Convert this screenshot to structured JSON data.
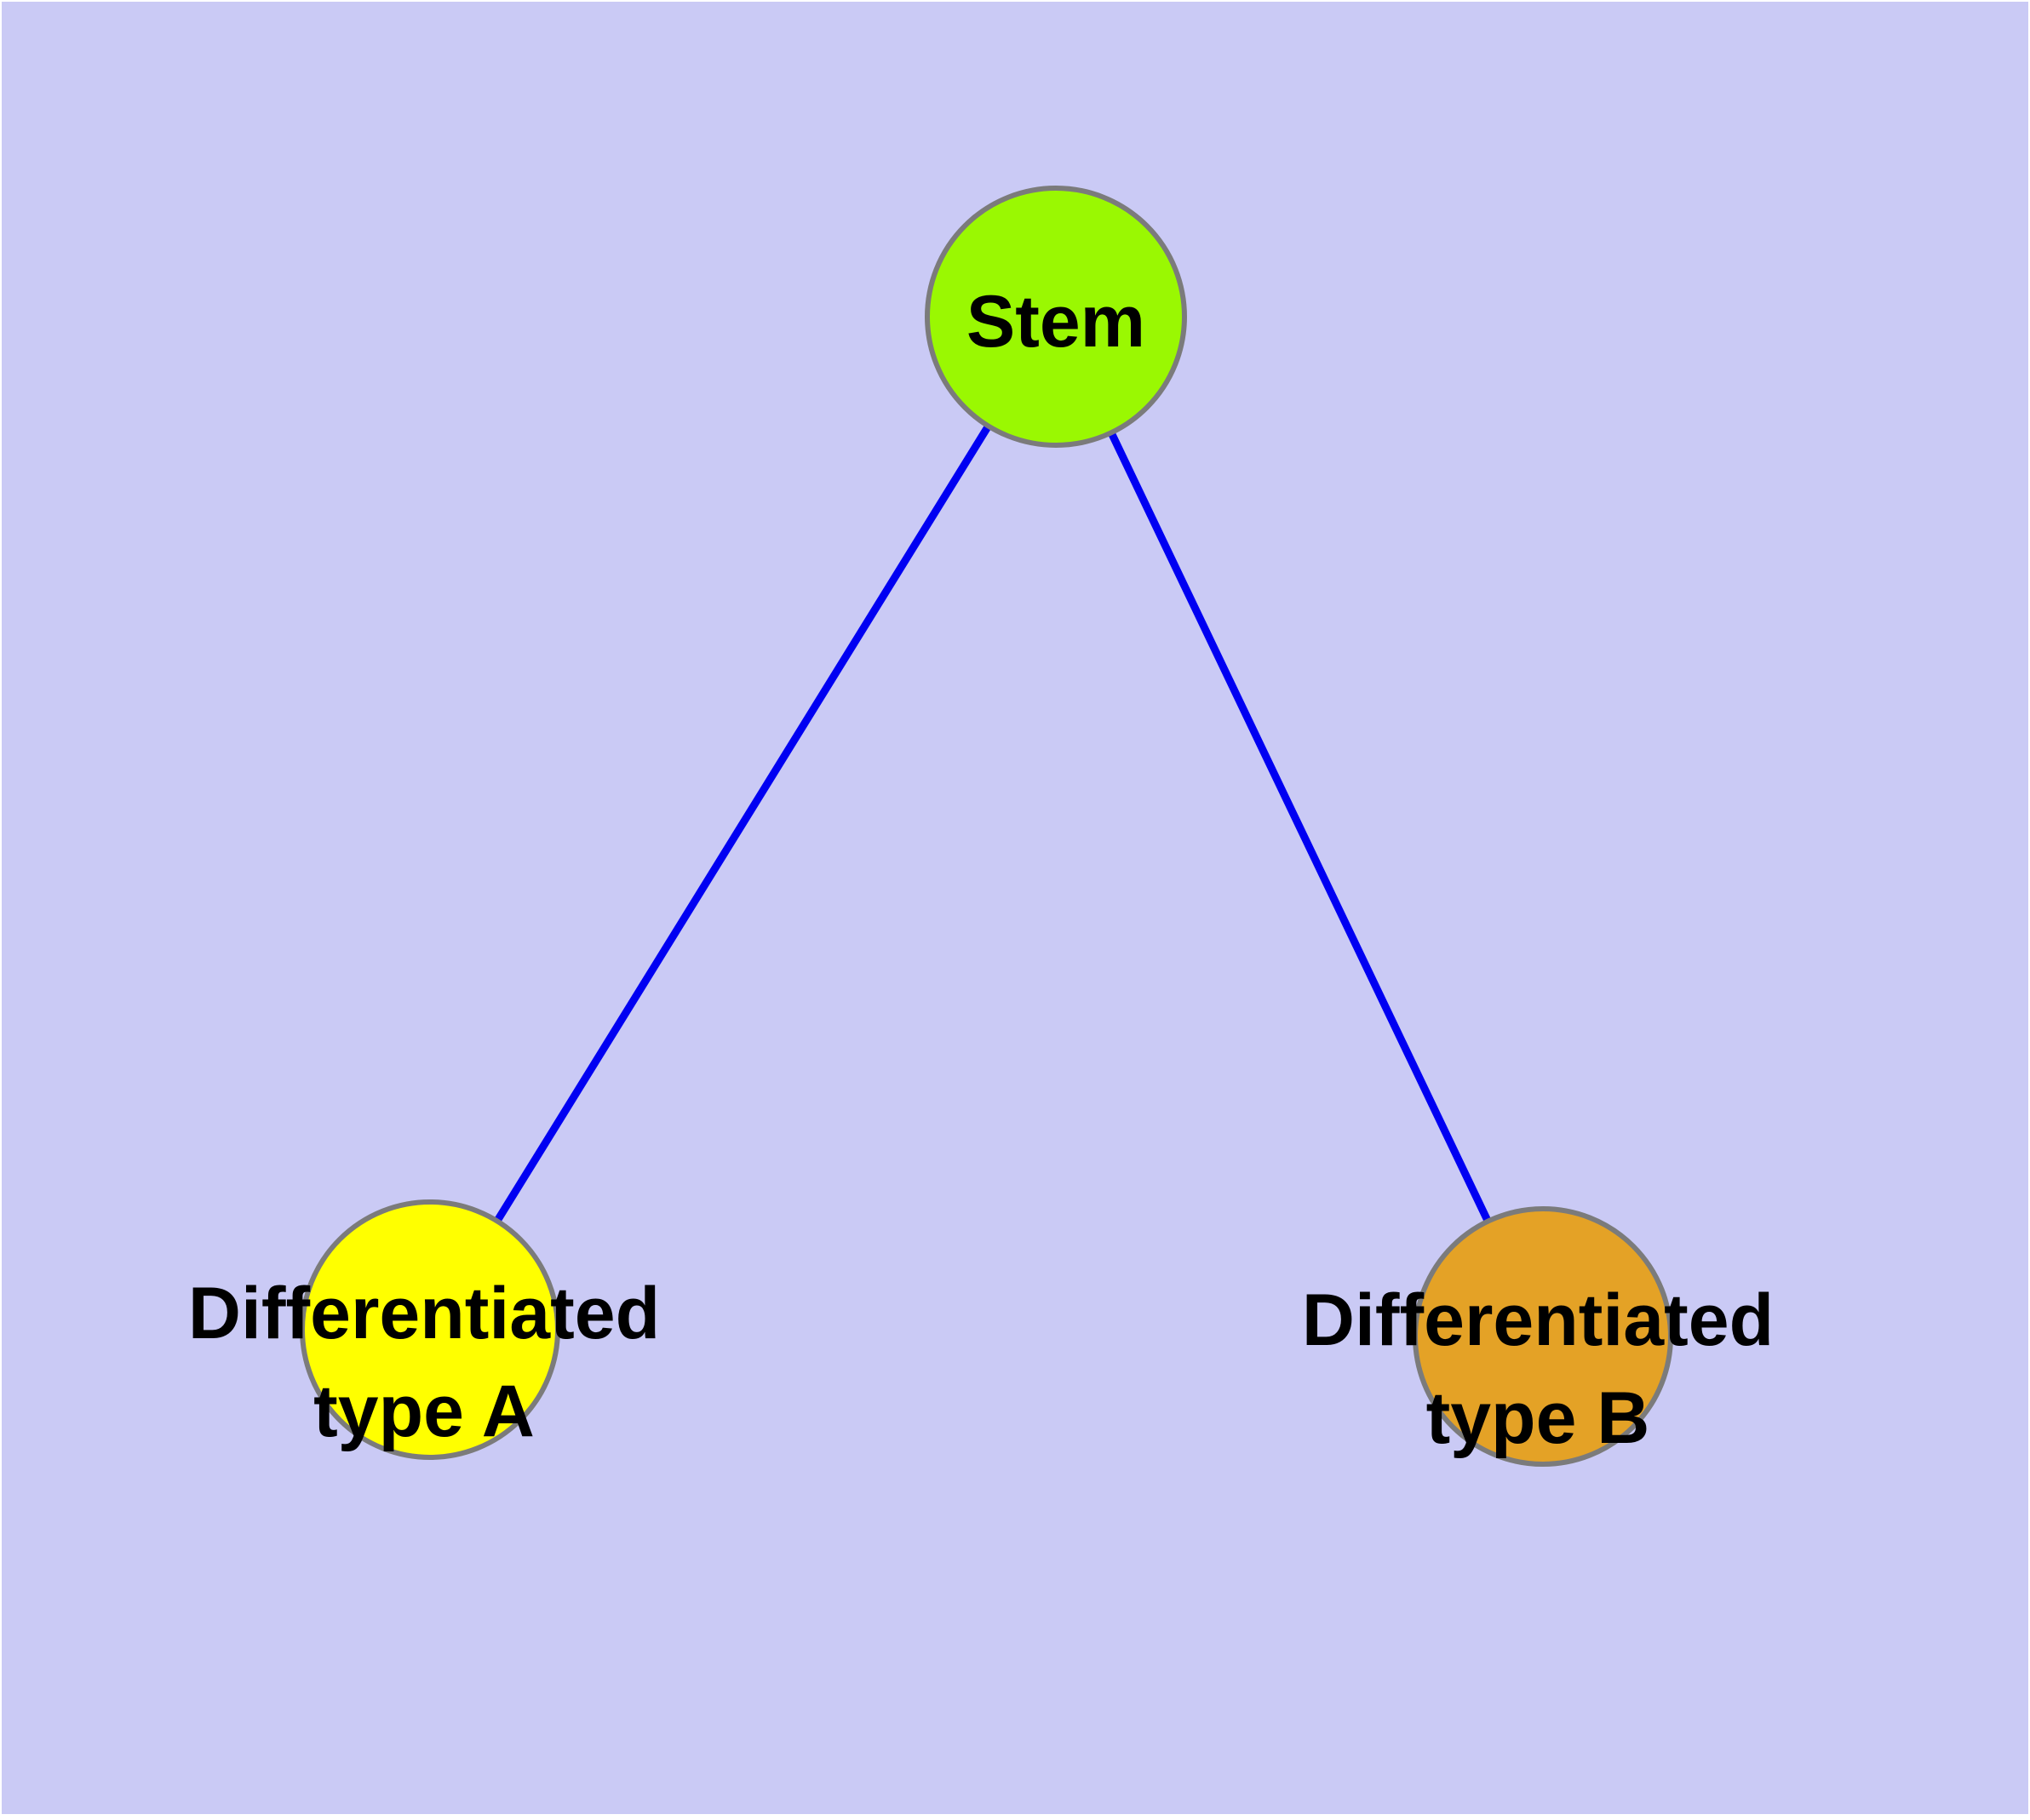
{
  "graph": {
    "background_color": "#CACAF5",
    "margin_color": "#FFFFFF",
    "edge_color": "#0000F2",
    "node_stroke_color": "#7B7B7B",
    "label_color": "#000000",
    "nodes": {
      "stem": {
        "label": "Stem",
        "fill": "#9AF802"
      },
      "type_a": {
        "label": "Differentiated type A",
        "line1": "Differentiated",
        "line2": "type A",
        "fill": "#FFFF00"
      },
      "type_b": {
        "label": "Differentiated type B",
        "line1": "Differentiated",
        "line2": "type B",
        "fill": "#E4A226"
      }
    },
    "edges": [
      {
        "from": "Stem",
        "to": "Differentiated type A"
      },
      {
        "from": "Stem",
        "to": "Differentiated type B"
      }
    ]
  }
}
